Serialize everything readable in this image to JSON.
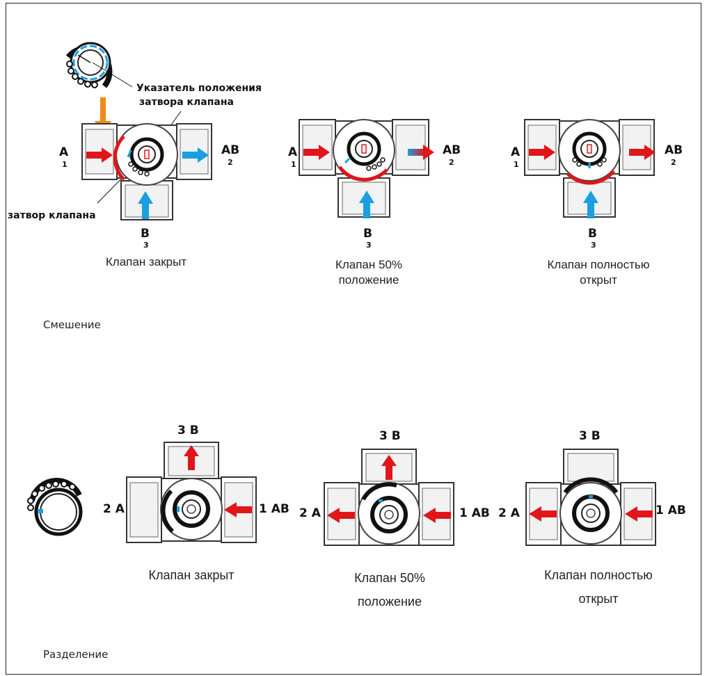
{
  "mixing": {
    "section_label": "Смешение",
    "indicator_annotation_line1": "Указатель положения",
    "indicator_annotation_line2": "затвора клапана",
    "gate_annotation": "затвор клапана",
    "port_a": "A",
    "port_a_num": "1",
    "port_ab": "AB",
    "port_ab_num": "2",
    "port_b": "B",
    "port_b_num": "3",
    "caption_closed": "Клапан закрыт",
    "caption_half_1": "Клапан 50%",
    "caption_half_2": "положение",
    "caption_open_1": "Клапан полностью",
    "caption_open_2": "открыт"
  },
  "diverting": {
    "section_label": "Разделение",
    "port_3b": "3 B",
    "port_2a": "2 A",
    "port_1ab": "1 AB",
    "caption_closed": "Клапан закрыт",
    "caption_half_1": "Клапан 50%",
    "caption_half_2": "положение",
    "caption_open_1": "Клапан полностью",
    "caption_open_2": "открыт"
  },
  "colors": {
    "inlet_arrow": "#e0161b",
    "outlet_arrow": "#1a9fe0",
    "gate_arc": "#e0161b",
    "insert_arrow": "#f08a1a"
  }
}
